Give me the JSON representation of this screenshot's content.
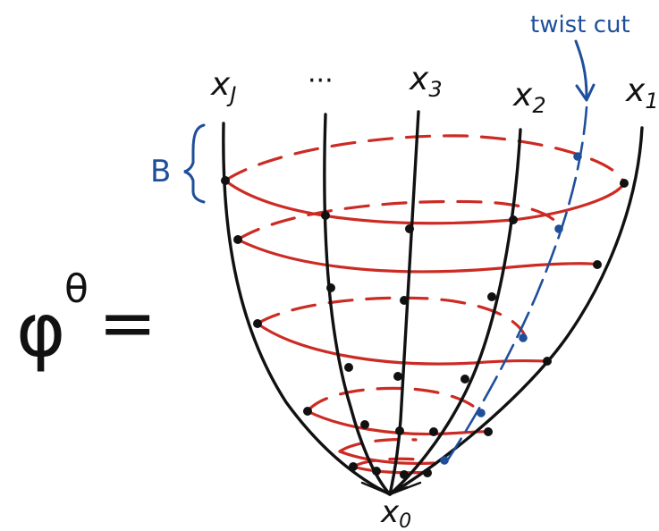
{
  "lhs": {
    "symbol": "φ",
    "superscript": "θ",
    "equals": "="
  },
  "strand_labels": [
    {
      "text": "x",
      "sub": "J"
    },
    {
      "text": "···",
      "sub": ""
    },
    {
      "text": "x",
      "sub": "3"
    },
    {
      "text": "x",
      "sub": "2"
    },
    {
      "text": "x",
      "sub": "1"
    }
  ],
  "apex_label": {
    "text": "x",
    "sub": "0"
  },
  "boundary_label": "B",
  "cut_label": "twist cut",
  "colors": {
    "strand": "#111111",
    "ring": "#cc2b24",
    "cut": "#1f4f9a",
    "vertex": "#111111"
  }
}
